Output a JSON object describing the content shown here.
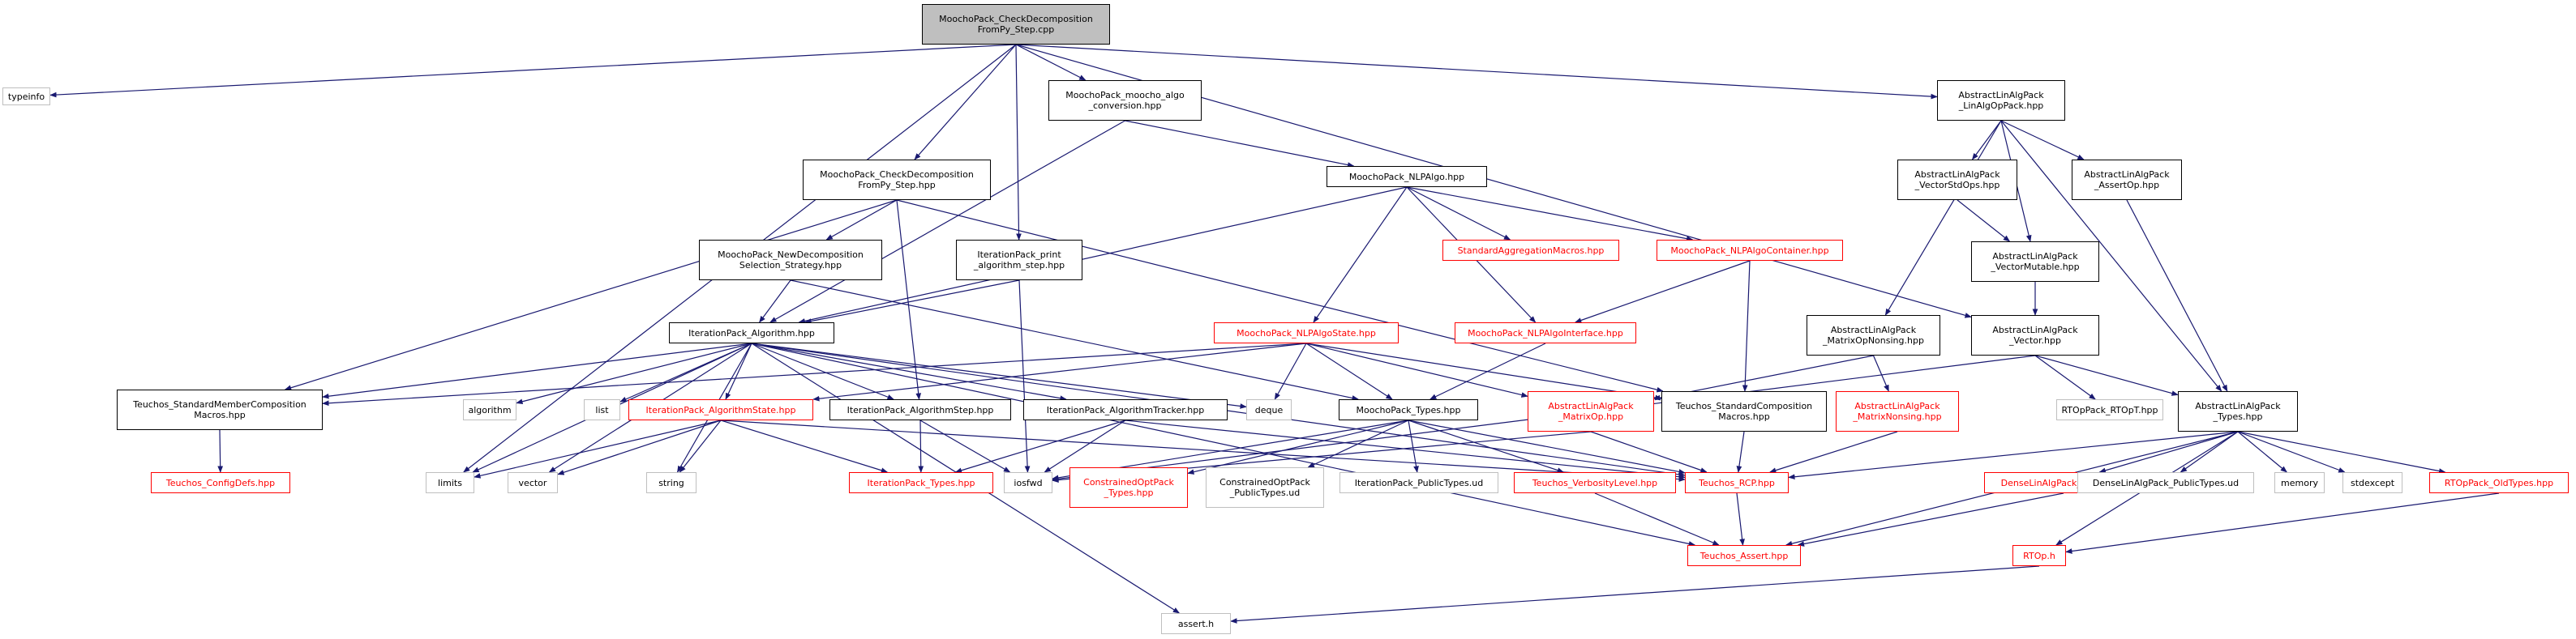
{
  "colors": {
    "edge": "#191970",
    "edge_gray": "#9a9a9a",
    "incomplete": "#ff0000",
    "external": "#bfbfbf",
    "root_fill": "#bfbfbf"
  },
  "nodes": [
    {
      "id": "root",
      "label": "MoochoPack_CheckDecomposition\nFromPy_Step.cpp",
      "kind": "root"
    },
    {
      "id": "typeinfo",
      "label": "typeinfo",
      "kind": "gray"
    },
    {
      "id": "moocho_algo",
      "label": "MoochoPack_moocho_algo\n_conversion.hpp",
      "kind": "normal"
    },
    {
      "id": "checkdecomp_hpp",
      "label": "MoochoPack_CheckDecomposition\nFromPy_Step.hpp",
      "kind": "normal"
    },
    {
      "id": "nlpalgo",
      "label": "MoochoPack_NLPAlgo.hpp",
      "kind": "normal"
    },
    {
      "id": "newdecomp",
      "label": "MoochoPack_NewDecomposition\nSelection_Strategy.hpp",
      "kind": "normal"
    },
    {
      "id": "print_algo",
      "label": "IterationPack_print\n_algorithm_step.hpp",
      "kind": "normal"
    },
    {
      "id": "std_agg",
      "label": "StandardAggregationMacros.hpp",
      "kind": "red"
    },
    {
      "id": "nlpalgocontainer",
      "label": "MoochoPack_NLPAlgoContainer.hpp",
      "kind": "red"
    },
    {
      "id": "iter_algorithm",
      "label": "IterationPack_Algorithm.hpp",
      "kind": "normal"
    },
    {
      "id": "nlpalgostate",
      "label": "MoochoPack_NLPAlgoState.hpp",
      "kind": "red"
    },
    {
      "id": "nlpalgointerface",
      "label": "MoochoPack_NLPAlgoInterface.hpp",
      "kind": "red"
    },
    {
      "id": "teuchos_stdmember",
      "label": "Teuchos_StandardMemberComposition\nMacros.hpp",
      "kind": "normal"
    },
    {
      "id": "algorithm",
      "label": "algorithm",
      "kind": "gray"
    },
    {
      "id": "list",
      "label": "list",
      "kind": "gray"
    },
    {
      "id": "iter_algostate",
      "label": "IterationPack_AlgorithmState.hpp",
      "kind": "red"
    },
    {
      "id": "iter_algostep",
      "label": "IterationPack_AlgorithmStep.hpp",
      "kind": "normal"
    },
    {
      "id": "iter_algotracker",
      "label": "IterationPack_AlgorithmTracker.hpp",
      "kind": "normal"
    },
    {
      "id": "deque",
      "label": "deque",
      "kind": "gray"
    },
    {
      "id": "moocho_types",
      "label": "MoochoPack_Types.hpp",
      "kind": "normal"
    },
    {
      "id": "teuchos_configdefs",
      "label": "Teuchos_ConfigDefs.hpp",
      "kind": "red"
    },
    {
      "id": "limits",
      "label": "limits",
      "kind": "gray"
    },
    {
      "id": "vector",
      "label": "vector",
      "kind": "gray"
    },
    {
      "id": "string",
      "label": "string",
      "kind": "gray"
    },
    {
      "id": "iter_types",
      "label": "IterationPack_Types.hpp",
      "kind": "red"
    },
    {
      "id": "iosfwd",
      "label": "iosfwd",
      "kind": "gray"
    },
    {
      "id": "constr_types",
      "label": "ConstrainedOptPack\n_Types.hpp",
      "kind": "red"
    },
    {
      "id": "constr_public",
      "label": "ConstrainedOptPack\n_PublicTypes.ud",
      "kind": "gray"
    },
    {
      "id": "iter_public",
      "label": "IterationPack_PublicTypes.ud",
      "kind": "gray"
    },
    {
      "id": "teuchos_verbosity",
      "label": "Teuchos_VerbosityLevel.hpp",
      "kind": "red"
    },
    {
      "id": "teuchos_rcp",
      "label": "Teuchos_RCP.hpp",
      "kind": "red"
    },
    {
      "id": "teuchos_assert",
      "label": "Teuchos_Assert.hpp",
      "kind": "red"
    },
    {
      "id": "assert_h",
      "label": "assert.h",
      "kind": "gray"
    },
    {
      "id": "ala_matrixop",
      "label": "AbstractLinAlgPack\n_MatrixOp.hpp",
      "kind": "red"
    },
    {
      "id": "teuchos_stdcomp",
      "label": "Teuchos_StandardComposition\nMacros.hpp",
      "kind": "normal"
    },
    {
      "id": "ala_linalgop",
      "label": "AbstractLinAlgPack\n_LinAlgOpPack.hpp",
      "kind": "normal"
    },
    {
      "id": "ala_vectorstdops",
      "label": "AbstractLinAlgPack\n_VectorStdOps.hpp",
      "kind": "normal"
    },
    {
      "id": "ala_assertop",
      "label": "AbstractLinAlgPack\n_AssertOp.hpp",
      "kind": "normal"
    },
    {
      "id": "ala_vectormutable",
      "label": "AbstractLinAlgPack\n_VectorMutable.hpp",
      "kind": "normal"
    },
    {
      "id": "ala_matrixopnonsing",
      "label": "AbstractLinAlgPack\n_MatrixOpNonsing.hpp",
      "kind": "normal"
    },
    {
      "id": "ala_vector",
      "label": "AbstractLinAlgPack\n_Vector.hpp",
      "kind": "normal"
    },
    {
      "id": "ala_matrixnonsing",
      "label": "AbstractLinAlgPack\n_MatrixNonsing.hpp",
      "kind": "red"
    },
    {
      "id": "rtoppack_rtopt",
      "label": "RTOpPack_RTOpT.hpp",
      "kind": "gray"
    },
    {
      "id": "ala_types",
      "label": "AbstractLinAlgPack\n_Types.hpp",
      "kind": "normal"
    },
    {
      "id": "denselinalg_types",
      "label": "DenseLinAlgPack_Types.hpp",
      "kind": "red"
    },
    {
      "id": "denselinalg_public",
      "label": "DenseLinAlgPack_PublicTypes.ud",
      "kind": "gray"
    },
    {
      "id": "memory",
      "label": "memory",
      "kind": "gray"
    },
    {
      "id": "stdexcept",
      "label": "stdexcept",
      "kind": "gray"
    },
    {
      "id": "rtoppack_oldtypes",
      "label": "RTOpPack_OldTypes.hpp",
      "kind": "red"
    },
    {
      "id": "rtop_h",
      "label": "RTOp.h",
      "kind": "red"
    }
  ],
  "edges": [
    [
      "root",
      "typeinfo"
    ],
    [
      "root",
      "limits"
    ],
    [
      "root",
      "moocho_algo"
    ],
    [
      "root",
      "checkdecomp_hpp"
    ],
    [
      "root",
      "print_algo"
    ],
    [
      "root",
      "ala_linalgop"
    ],
    [
      "root",
      "ala_vector"
    ],
    [
      "moocho_algo",
      "nlpalgo"
    ],
    [
      "moocho_algo",
      "iter_algorithm"
    ],
    [
      "checkdecomp_hpp",
      "newdecomp"
    ],
    [
      "checkdecomp_hpp",
      "iter_algostep"
    ],
    [
      "checkdecomp_hpp",
      "teuchos_stdmember"
    ],
    [
      "checkdecomp_hpp",
      "teuchos_stdcomp"
    ],
    [
      "newdecomp",
      "iter_algorithm"
    ],
    [
      "newdecomp",
      "moocho_types"
    ],
    [
      "print_algo",
      "iter_algorithm"
    ],
    [
      "print_algo",
      "iosfwd"
    ],
    [
      "nlpalgo",
      "iter_algorithm"
    ],
    [
      "nlpalgo",
      "nlpalgostate"
    ],
    [
      "nlpalgo",
      "std_agg"
    ],
    [
      "nlpalgo",
      "nlpalgocontainer"
    ],
    [
      "nlpalgo",
      "nlpalgointerface"
    ],
    [
      "nlpalgocontainer",
      "nlpalgointerface"
    ],
    [
      "nlpalgocontainer",
      "teuchos_stdcomp"
    ],
    [
      "nlpalgointerface",
      "moocho_types"
    ],
    [
      "iter_algorithm",
      "teuchos_stdmember"
    ],
    [
      "iter_algorithm",
      "algorithm"
    ],
    [
      "iter_algorithm",
      "list"
    ],
    [
      "iter_algorithm",
      "iter_algostate"
    ],
    [
      "iter_algorithm",
      "iter_algostep"
    ],
    [
      "iter_algorithm",
      "iter_algotracker"
    ],
    [
      "iter_algorithm",
      "deque"
    ],
    [
      "iter_algorithm",
      "limits"
    ],
    [
      "iter_algorithm",
      "vector"
    ],
    [
      "iter_algorithm",
      "string"
    ],
    [
      "iter_algorithm",
      "teuchos_rcp"
    ],
    [
      "iter_algorithm",
      "assert_h"
    ],
    [
      "iter_algorithm",
      "teuchos_assert"
    ],
    [
      "nlpalgostate",
      "iter_algostate"
    ],
    [
      "nlpalgostate",
      "moocho_types"
    ],
    [
      "nlpalgostate",
      "deque"
    ],
    [
      "nlpalgostate",
      "ala_matrixop"
    ],
    [
      "nlpalgostate",
      "teuchos_stdcomp"
    ],
    [
      "nlpalgostate",
      "teuchos_stdmember"
    ],
    [
      "teuchos_stdmember",
      "teuchos_configdefs"
    ],
    [
      "iter_algostate",
      "iter_types"
    ],
    [
      "iter_algostate",
      "limits"
    ],
    [
      "iter_algostate",
      "vector"
    ],
    [
      "iter_algostate",
      "string"
    ],
    [
      "iter_algostate",
      "teuchos_rcp"
    ],
    [
      "iter_algostep",
      "iter_types"
    ],
    [
      "iter_algostep",
      "iosfwd"
    ],
    [
      "iter_algotracker",
      "iter_types"
    ],
    [
      "iter_algotracker",
      "iosfwd"
    ],
    [
      "iter_algotracker",
      "teuchos_rcp"
    ],
    [
      "moocho_types",
      "iosfwd"
    ],
    [
      "moocho_types",
      "constr_types"
    ],
    [
      "moocho_types",
      "constr_public"
    ],
    [
      "moocho_types",
      "iter_public"
    ],
    [
      "moocho_types",
      "teuchos_verbosity"
    ],
    [
      "moocho_types",
      "teuchos_rcp"
    ],
    [
      "teuchos_verbosity",
      "teuchos_assert"
    ],
    [
      "teuchos_rcp",
      "teuchos_assert"
    ],
    [
      "teuchos_stdcomp",
      "teuchos_rcp"
    ],
    [
      "ala_matrixop",
      "iosfwd"
    ],
    [
      "ala_matrixop",
      "teuchos_rcp"
    ],
    [
      "ala_linalgop",
      "ala_vectorstdops"
    ],
    [
      "ala_linalgop",
      "ala_vectormutable"
    ],
    [
      "ala_linalgop",
      "ala_assertop"
    ],
    [
      "ala_linalgop",
      "ala_matrixopnonsing"
    ],
    [
      "ala_linalgop",
      "ala_types"
    ],
    [
      "ala_vectorstdops",
      "ala_vectormutable"
    ],
    [
      "ala_vectormutable",
      "ala_vector"
    ],
    [
      "ala_assertop",
      "ala_types"
    ],
    [
      "ala_matrixopnonsing",
      "ala_matrixop"
    ],
    [
      "ala_matrixopnonsing",
      "ala_matrixnonsing"
    ],
    [
      "ala_matrixnonsing",
      "teuchos_rcp"
    ],
    [
      "ala_vector",
      "ala_types"
    ],
    [
      "ala_vector",
      "rtoppack_rtopt"
    ],
    [
      "ala_vector",
      "iosfwd"
    ],
    [
      "ala_types",
      "teuchos_rcp"
    ],
    [
      "ala_types",
      "denselinalg_types"
    ],
    [
      "ala_types",
      "denselinalg_public"
    ],
    [
      "ala_types",
      "memory"
    ],
    [
      "ala_types",
      "stdexcept"
    ],
    [
      "ala_types",
      "rtoppack_oldtypes"
    ],
    [
      "ala_types",
      "rtop_h"
    ],
    [
      "ala_types",
      "teuchos_assert"
    ],
    [
      "denselinalg_types",
      "teuchos_assert"
    ],
    [
      "rtoppack_oldtypes",
      "rtop_h"
    ],
    [
      "rtop_h",
      "assert_h"
    ]
  ]
}
